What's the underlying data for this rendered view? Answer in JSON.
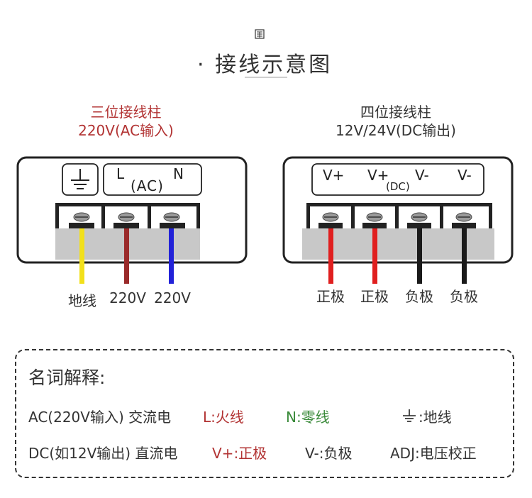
{
  "header": {
    "title": "· 接线示意图",
    "icon": "document-icon"
  },
  "left": {
    "title_line1": "三位接线柱",
    "title_line2": "220V(AC输入)",
    "panel_label_L": "L",
    "panel_label_AC": "(AC)",
    "panel_label_N": "N",
    "wires": [
      {
        "label": "地线",
        "color": "#f2e01b"
      },
      {
        "label": "220V",
        "color": "#9a2a2a"
      },
      {
        "label": "220V",
        "color": "#2222d8"
      }
    ]
  },
  "right": {
    "title_line1": "四位接线柱",
    "title_line2": "12V/24V(DC输出)",
    "panel_labels": [
      "V+",
      "V+",
      "(DC)",
      "V-",
      "V-"
    ],
    "wires": [
      {
        "label": "正极",
        "color": "#e01f1f"
      },
      {
        "label": "正极",
        "color": "#e01f1f"
      },
      {
        "label": "负极",
        "color": "#1a1a1a"
      },
      {
        "label": "负极",
        "color": "#1a1a1a"
      }
    ]
  },
  "legend": {
    "title": "名词解释:",
    "row1": {
      "ac_text": "AC(220V输入) 交流电",
      "l_text": "L:火线",
      "n_text": "N:零线",
      "ground_text": ":地线"
    },
    "row2": {
      "dc_text": "DC(如12V输出) 直流电",
      "vplus_text": "V+:正极",
      "vminus_text": "V-:负极",
      "adj_text": "ADJ:电压校正"
    }
  },
  "colors": {
    "red_text": "#b23333",
    "green_text": "#3a8a3a",
    "dark": "#222222",
    "block_gray": "#c8c8c8"
  }
}
